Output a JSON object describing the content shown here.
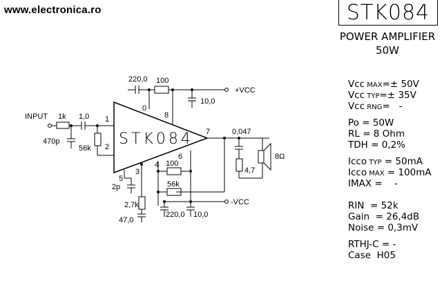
{
  "website": "www.electronica.ro",
  "chip": "STK084",
  "subtitle": [
    "POWER AMPLIFIER",
    "50W"
  ],
  "specs": [
    {
      "id": "vcc-max",
      "main": "Vcc",
      "sub": "MAX",
      "value": "=± 50V"
    },
    {
      "id": "vcc-typ",
      "main": "Vcc",
      "sub": "TYP",
      "value": "=± 35V"
    },
    {
      "id": "vcc-rng",
      "main": "Vcc",
      "sub": "RNG",
      "value": "=   -"
    },
    {
      "id": "po",
      "main": "Po",
      "sub": "",
      "value": " = 50W"
    },
    {
      "id": "rl",
      "main": "RL",
      "sub": "",
      "value": " = 8 Ohm"
    },
    {
      "id": "tdh",
      "main": "TDH",
      "sub": "",
      "value": " = 0,2%"
    },
    {
      "id": "icco-typ",
      "main": "Icco",
      "sub": "TYP",
      "value": " = 50mA"
    },
    {
      "id": "icco-max",
      "main": "Icco",
      "sub": "MAX",
      "value": " = 100mA"
    },
    {
      "id": "imax",
      "main": "IMAX",
      "sub": "",
      "value": " =    -"
    },
    {
      "id": "rin",
      "main": "RIN",
      "sub": "",
      "value": "  = 52k"
    },
    {
      "id": "gain",
      "main": "Gain",
      "sub": "",
      "value": "  = 26,4dB"
    },
    {
      "id": "noise",
      "main": "Noise",
      "sub": "",
      "value": " = 0,3mV"
    },
    {
      "id": "rthj",
      "main": "RTHJ-C",
      "sub": "",
      "value": " = -"
    },
    {
      "id": "case",
      "main": "Case",
      "sub": "",
      "value": "  H05"
    }
  ],
  "schematic": {
    "input_label": "INPUT",
    "vcc_pos": "+VCC",
    "vcc_neg": "-VCC",
    "chip_label": "STK084",
    "pins": [
      "1",
      "2",
      "3",
      "4",
      "5",
      "6",
      "7",
      "8",
      "0"
    ],
    "components": {
      "r_in": "1k",
      "c_in": "1,0",
      "c_470p": "470p",
      "r_56k_in": "56k",
      "c_220_top": "220,0",
      "r_100_top": "100",
      "c_10_top": "10,0",
      "c_047": "0,047",
      "r_47": "4,7",
      "speaker": "8Ω",
      "r_100_fb": "100",
      "r_56k_fb": "56k",
      "c_2p": "2p",
      "r_27k": "2,7k",
      "c_47": "47,0",
      "c_220_bot": "220,0",
      "c_10_bot": "10,0"
    }
  }
}
